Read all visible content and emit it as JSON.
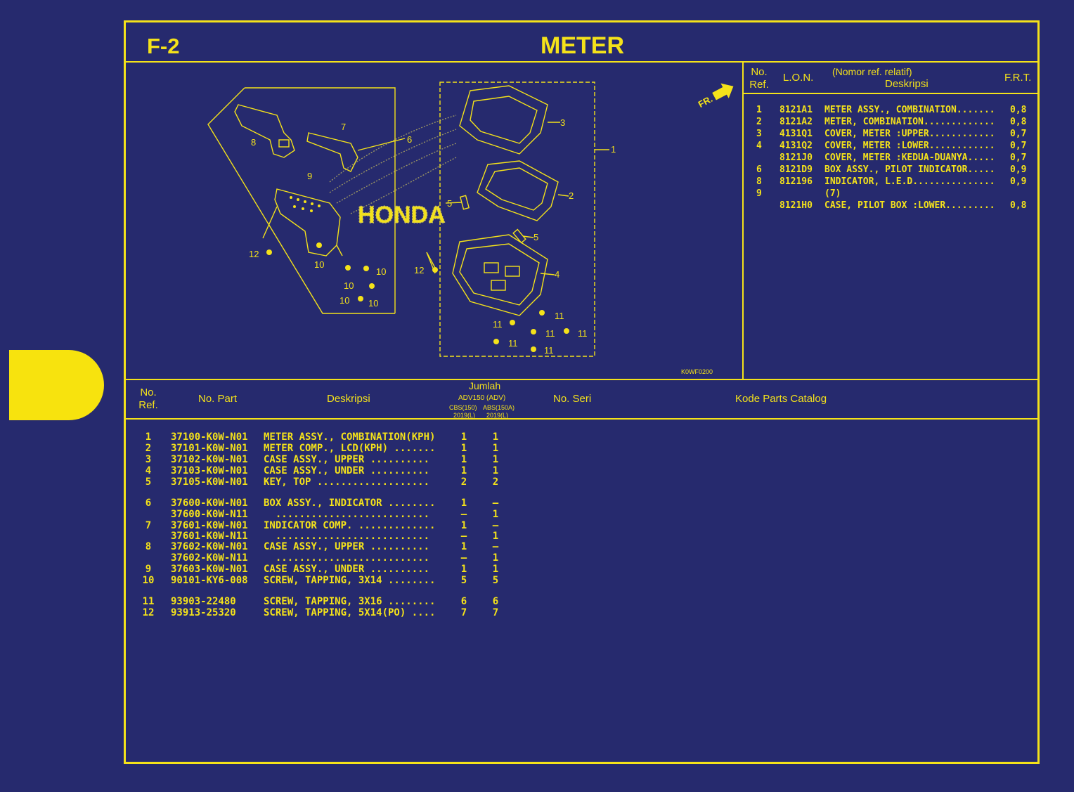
{
  "page": {
    "code": "F-2",
    "title": "METER"
  },
  "diagram": {
    "fr_label": "FR.",
    "drawing_code": "K0WF0200",
    "watermark": "HONDA",
    "callouts": [
      "1",
      "2",
      "3",
      "4",
      "5",
      "5",
      "6",
      "7",
      "8",
      "9",
      "10",
      "10",
      "10",
      "10",
      "10",
      "11",
      "11",
      "11",
      "11",
      "11",
      "11",
      "12",
      "12"
    ]
  },
  "lon_table": {
    "headers": {
      "no_ref": "No. Ref.",
      "lon": "L.O.N.",
      "desc_top": "(Nomor ref. relatif)",
      "desc": "Deskripsi",
      "frt": "F.R.T."
    },
    "rows": [
      {
        "ref": "1",
        "lon": "8121A1",
        "desc": "METER ASSY., COMBINATION.......",
        "frt": "0,8"
      },
      {
        "ref": "2",
        "lon": "8121A2",
        "desc": "METER, COMBINATION.............",
        "frt": "0,8"
      },
      {
        "ref": "3",
        "lon": "4131Q1",
        "desc": "COVER, METER :UPPER............",
        "frt": "0,7"
      },
      {
        "ref": "4",
        "lon": "4131Q2",
        "desc": "COVER, METER :LOWER............",
        "frt": "0,7"
      },
      {
        "ref": "",
        "lon": "8121J0",
        "desc": "COVER, METER :KEDUA-DUANYA.....",
        "frt": "0,7"
      },
      {
        "ref": "6",
        "lon": "8121D9",
        "desc": "BOX ASSY., PILOT INDICATOR.....",
        "frt": "0,9"
      },
      {
        "ref": "8",
        "lon": "812196",
        "desc": "INDICATOR, L.E.D...............",
        "frt": "0,9"
      },
      {
        "ref": "9",
        "lon": "",
        "desc": "(7)",
        "frt": ""
      },
      {
        "ref": "",
        "lon": "8121H0",
        "desc": "CASE, PILOT BOX :LOWER.........",
        "frt": "0,8"
      }
    ]
  },
  "parts_table": {
    "headers": {
      "no_ref": "No. Ref.",
      "no_part": "No. Part",
      "desc": "Deskripsi",
      "jumlah": "Jumlah",
      "model": "ADV150 (ADV)",
      "col1": "CBS(150)",
      "col2": "ABS(150A)",
      "year1": "2019(L)",
      "year2": "2019(L)",
      "no_seri": "No. Seri",
      "kode": "Kode Parts Catalog"
    },
    "rows": [
      {
        "ref": "1",
        "part": "37100-K0W-N01",
        "desc": "METER ASSY., COMBINATION(KPH)",
        "q1": "1",
        "q2": "1"
      },
      {
        "ref": "2",
        "part": "37101-K0W-N01",
        "desc": "METER COMP., LCD(KPH) .......",
        "q1": "1",
        "q2": "1"
      },
      {
        "ref": "3",
        "part": "37102-K0W-N01",
        "desc": "CASE ASSY., UPPER ..........",
        "q1": "1",
        "q2": "1"
      },
      {
        "ref": "4",
        "part": "37103-K0W-N01",
        "desc": "CASE ASSY., UNDER ..........",
        "q1": "1",
        "q2": "1"
      },
      {
        "ref": "5",
        "part": "37105-K0W-N01",
        "desc": "KEY, TOP ...................",
        "q1": "2",
        "q2": "2"
      },
      {
        "ref": "6",
        "part": "37600-K0W-N01",
        "desc": "BOX ASSY., INDICATOR ........",
        "q1": "1",
        "q2": "–"
      },
      {
        "ref": "",
        "part": "37600-K0W-N11",
        "desc": "  ..........................",
        "q1": "–",
        "q2": "1"
      },
      {
        "ref": "7",
        "part": "37601-K0W-N01",
        "desc": "INDICATOR COMP. .............",
        "q1": "1",
        "q2": "–"
      },
      {
        "ref": "",
        "part": "37601-K0W-N11",
        "desc": "  ..........................",
        "q1": "–",
        "q2": "1"
      },
      {
        "ref": "8",
        "part": "37602-K0W-N01",
        "desc": "CASE ASSY., UPPER ..........",
        "q1": "1",
        "q2": "–"
      },
      {
        "ref": "",
        "part": "37602-K0W-N11",
        "desc": "  ..........................",
        "q1": "–",
        "q2": "1"
      },
      {
        "ref": "9",
        "part": "37603-K0W-N01",
        "desc": "CASE ASSY., UNDER ..........",
        "q1": "1",
        "q2": "1"
      },
      {
        "ref": "10",
        "part": "90101-KY6-008",
        "desc": "SCREW, TAPPING, 3X14 ........",
        "q1": "5",
        "q2": "5"
      },
      {
        "ref": "11",
        "part": "93903-22480",
        "desc": "SCREW, TAPPING, 3X16 ........",
        "q1": "6",
        "q2": "6"
      },
      {
        "ref": "12",
        "part": "93913-25320",
        "desc": "SCREW, TAPPING, 5X14(PO) ....",
        "q1": "7",
        "q2": "7"
      }
    ]
  }
}
